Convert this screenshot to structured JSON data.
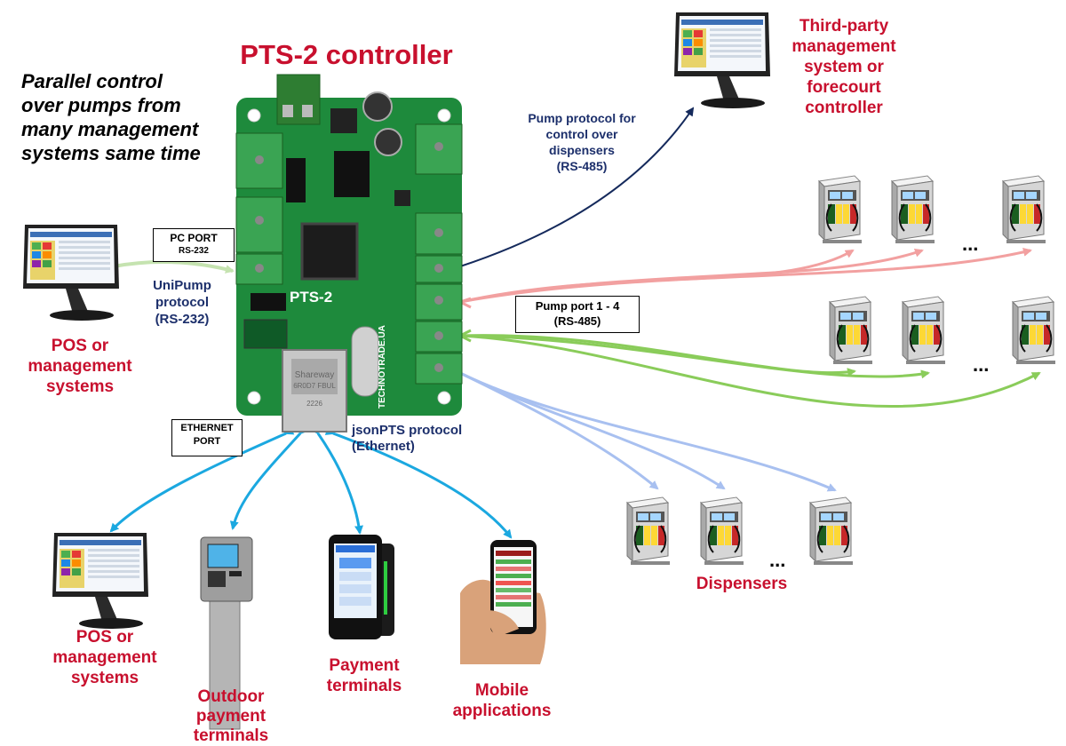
{
  "title": "PTS-2 controller",
  "tagline": [
    "Parallel control",
    "over pumps from",
    "many management",
    "systems same time"
  ],
  "controller": {
    "board_label": "PTS-2",
    "side_text": "TECHNOTRADE.UA",
    "ethernet_jack_label": [
      "Shareway",
      "6R0D7 FBUL",
      "2226"
    ]
  },
  "ports": {
    "pc_port": [
      "PC PORT",
      "RS-232"
    ],
    "ethernet_port": [
      "ETHERNET",
      "PORT"
    ],
    "pump_port": [
      "Pump port 1 - 4",
      "(RS-485)"
    ]
  },
  "protocols": {
    "unipump": [
      "UniPump",
      "protocol",
      "(RS-232)"
    ],
    "jsonpts": [
      "jsonPTS protocol",
      "(Ethernet)"
    ],
    "pump_protocol": [
      "Pump protocol for",
      "control over",
      "dispensers",
      "(RS-485)"
    ]
  },
  "devices": {
    "pos_left": [
      "POS or",
      "management",
      "systems"
    ],
    "third_party": [
      "Third-party",
      "management",
      "system or",
      "forecourt",
      "controller"
    ],
    "pos_bottom": [
      "POS or",
      "management",
      "systems"
    ],
    "outdoor_terminals": [
      "Outdoor",
      "payment",
      "terminals"
    ],
    "payment_terminals": [
      "Payment",
      "terminals"
    ],
    "mobile_apps": [
      "Mobile",
      "applications"
    ],
    "dispensers": "Dispensers"
  },
  "ellipsis": "...",
  "colors": {
    "title_red": "#c8102e",
    "protocol_navy": "#1c2f6b",
    "board_green": "#1e8a3c",
    "link_pink": "#f2a0a0",
    "link_green": "#8acc5a",
    "link_lightgreen": "#c5e3b0",
    "link_blue": "#1ba8e0",
    "link_lightblue": "#a8c0f0",
    "link_darknavy": "#152a5c"
  },
  "icons": [
    "monitor-icon",
    "fuel-dispenser-icon",
    "payment-kiosk-icon",
    "card-terminal-icon",
    "smartphone-icon"
  ]
}
